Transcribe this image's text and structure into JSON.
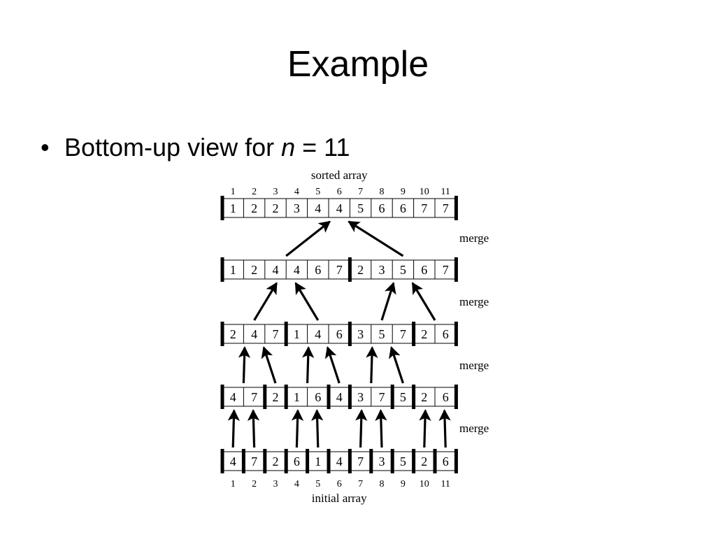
{
  "slide": {
    "title": "Example",
    "bullet": {
      "symbol": "•",
      "text_before": "Bottom-up view for ",
      "variable": "n",
      "text_after": " = 11"
    }
  },
  "diagram": {
    "top_caption": "sorted array",
    "bottom_caption": "initial array",
    "merge_label": "merge",
    "indices": [
      "1",
      "2",
      "3",
      "4",
      "5",
      "6",
      "7",
      "8",
      "9",
      "10",
      "11"
    ],
    "rows": [
      {
        "name": "sorted",
        "values": [
          1,
          2,
          2,
          3,
          4,
          4,
          5,
          6,
          6,
          7,
          7
        ],
        "groups": [
          11
        ]
      },
      {
        "name": "pass-3",
        "values": [
          1,
          2,
          4,
          4,
          6,
          7,
          2,
          3,
          5,
          6,
          7
        ],
        "groups": [
          6,
          5
        ]
      },
      {
        "name": "pass-2",
        "values": [
          2,
          4,
          7,
          1,
          4,
          6,
          3,
          5,
          7,
          2,
          6
        ],
        "groups": [
          3,
          3,
          3,
          2
        ]
      },
      {
        "name": "pass-1",
        "values": [
          4,
          7,
          2,
          1,
          6,
          4,
          3,
          7,
          5,
          2,
          6
        ],
        "groups": [
          2,
          1,
          2,
          1,
          2,
          1,
          2
        ]
      },
      {
        "name": "initial",
        "values": [
          4,
          7,
          2,
          6,
          1,
          4,
          7,
          3,
          5,
          2,
          6
        ],
        "groups": [
          1,
          1,
          1,
          1,
          1,
          1,
          1,
          1,
          1,
          1,
          1
        ]
      }
    ]
  }
}
